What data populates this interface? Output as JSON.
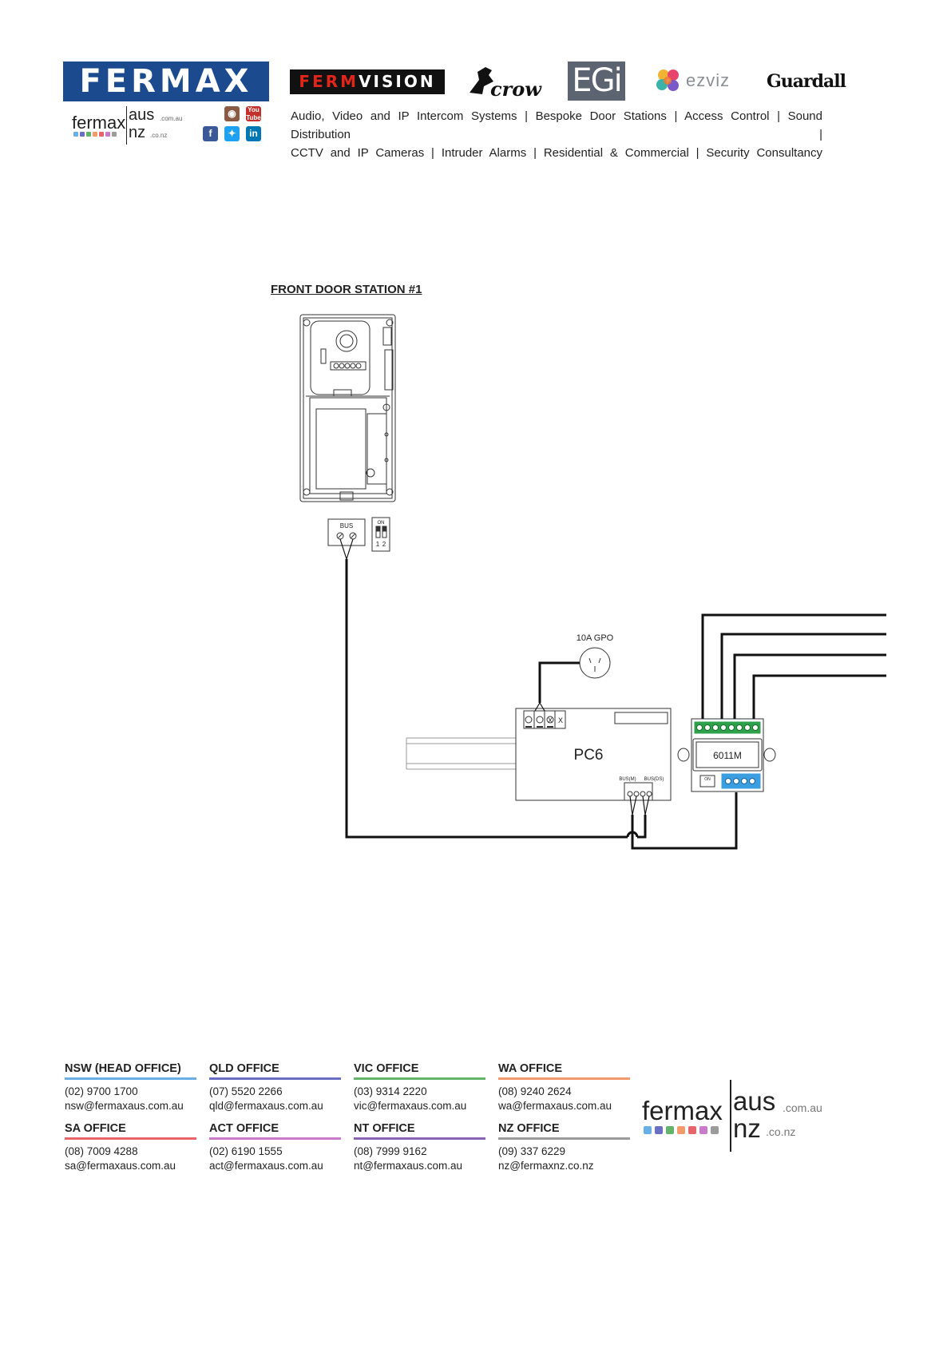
{
  "header": {
    "fermax_logo": "FERMAX",
    "fermvision_logo": {
      "part1": "FERM",
      "part2": "VISION"
    },
    "crow_logo": "crow",
    "egi_logo": "EGi",
    "ezviz_logo": "ezviz",
    "guardall_logo": "Guardall",
    "tagline_line1": "Audio, Video and IP Intercom Systems | Bespoke Door Stations | Access Control | Sound Distribution |",
    "tagline_line2": "CCTV and IP Cameras | Intruder Alarms | Residential & Commercial | Security Consultancy",
    "small_brand": {
      "name": "fermax",
      "aus": "aus",
      "aus_suffix": ".com.au",
      "nz": "nz",
      "nz_suffix": ".co.nz"
    },
    "brand_dot_colors": [
      "#6aaee6",
      "#6b6fc4",
      "#63b36b",
      "#f29a6b",
      "#e8646b",
      "#c97ac9",
      "#9b9b9b"
    ],
    "social_icons": [
      "instagram-icon",
      "youtube-icon",
      "facebook-icon",
      "twitter-icon",
      "linkedin-icon"
    ]
  },
  "diagram": {
    "title": "FRONT DOOR STATION #1",
    "bus_label": "BUS",
    "dip_on_label": "ON",
    "dip_numbers": [
      "1",
      "2"
    ],
    "gpo_label": "10A GPO",
    "pc6_label": "PC6",
    "pc6_bus_m_label": "BUS(M)",
    "pc6_bus_ds_label": "BUS(DS)",
    "module_label": "6011M",
    "module_on_label": "ON",
    "terminal_x_labels": [
      "X",
      "X"
    ]
  },
  "footer": {
    "offices_row1": [
      {
        "name": "NSW (HEAD OFFICE)",
        "phone": "(02) 9700 1700",
        "email": "nsw@fermaxaus.com.au",
        "color": "#6aaee6"
      },
      {
        "name": "QLD OFFICE",
        "phone": "(07) 5520 2266",
        "email": "qld@fermaxaus.com.au",
        "color": "#6b6fc4"
      },
      {
        "name": "VIC OFFICE",
        "phone": "(03) 9314 2220",
        "email": "vic@fermaxaus.com.au",
        "color": "#63b36b"
      },
      {
        "name": "WA OFFICE",
        "phone": "(08) 9240 2624",
        "email": "wa@fermaxaus.com.au",
        "color": "#f29a6b"
      }
    ],
    "offices_row2": [
      {
        "name": "SA OFFICE",
        "phone": "(08) 7009 4288",
        "email": "sa@fermaxaus.com.au",
        "color": "#e8646b"
      },
      {
        "name": "ACT OFFICE",
        "phone": "(02) 6190 1555",
        "email": "act@fermaxaus.com.au",
        "color": "#c97ac9"
      },
      {
        "name": "NT OFFICE",
        "phone": "(08) 7999 9162",
        "email": "nt@fermaxaus.com.au",
        "color": "#8a63b5"
      },
      {
        "name": "NZ OFFICE",
        "phone": "(09) 337 6229",
        "email": "nz@fermaxnz.co.nz",
        "color": "#9b9b9b"
      }
    ],
    "big_brand": {
      "name": "fermax",
      "aus": "aus",
      "aus_suffix": ".com.au",
      "nz": "nz",
      "nz_suffix": ".co.nz"
    }
  }
}
